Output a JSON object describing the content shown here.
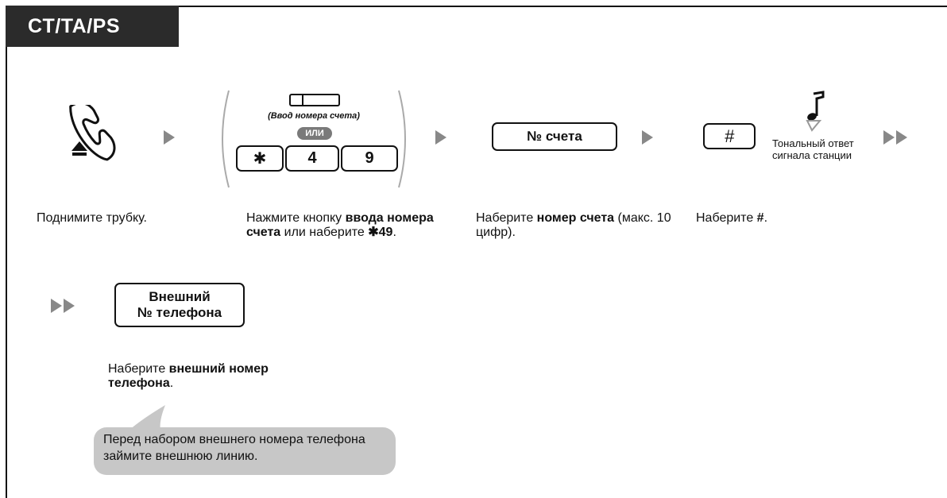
{
  "header": {
    "tab_label": "CT/TA/PS"
  },
  "steps": {
    "s1": {
      "label": "Поднимите трубку."
    },
    "s2": {
      "button_caption": "(Ввод номера счета)",
      "or_label": "ИЛИ",
      "keys": [
        "✱",
        "4",
        "9"
      ],
      "label_pre": "Нажмите кнопку ",
      "label_bold1": "ввода номера счета",
      "label_mid": " или наберите ",
      "label_bold2": "✱49",
      "label_post": "."
    },
    "s3": {
      "key_label": "№ счета",
      "label_pre": "Наберите ",
      "label_bold": "номер счета",
      "label_post": " (макс. 10 цифр)."
    },
    "s4": {
      "key_label": "#",
      "tone_caption": "Тональный ответ сигнала станции",
      "label_pre": "Наберите ",
      "label_bold": "#",
      "label_post": "."
    },
    "s5": {
      "key_line1": "Внешний",
      "key_line2": "№ телефона",
      "label_pre": "Наберите ",
      "label_bold": "внешний номер телефона",
      "label_post": "."
    }
  },
  "note": {
    "text": "Перед набором внешнего номера телефона займите внешнюю линию."
  },
  "colors": {
    "tab_bg": "#2b2b2b",
    "arrow": "#888888",
    "note_bg": "#c7c7c7"
  }
}
